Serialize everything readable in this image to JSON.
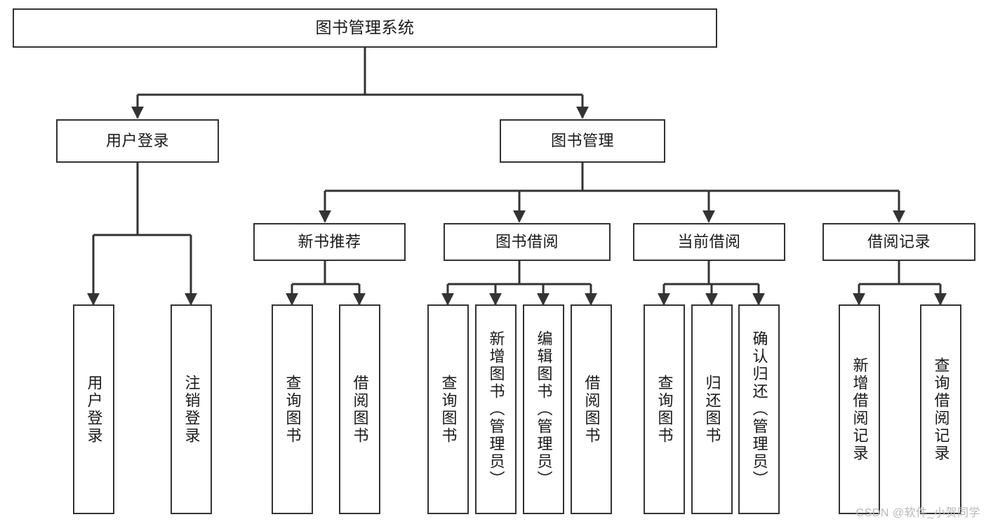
{
  "diagram": {
    "title": "图书管理系统",
    "watermark": "CSDN @软件_小贺同学",
    "edge_color": "#333333",
    "box_border_color": "#333333",
    "background_color": "#ffffff",
    "nodes": {
      "root": {
        "label": "图书管理系统"
      },
      "l2": [
        {
          "id": "user-login",
          "label": "用户登录"
        },
        {
          "id": "book-manage",
          "label": "图书管理"
        }
      ],
      "l3": [
        {
          "id": "new-book-recommend",
          "label": "新书推荐"
        },
        {
          "id": "book-borrow",
          "label": "图书借阅"
        },
        {
          "id": "current-borrow",
          "label": "当前借阅"
        },
        {
          "id": "borrow-record",
          "label": "借阅记录"
        }
      ],
      "leaves": [
        {
          "id": "leaf-user-login",
          "label": "用户登录",
          "parent": "user-login"
        },
        {
          "id": "leaf-logout-login",
          "label": "注销登录",
          "parent": "user-login"
        },
        {
          "id": "leaf-query-book-1",
          "label": "查询图书",
          "parent": "new-book-recommend"
        },
        {
          "id": "leaf-borrow-book-1",
          "label": "借阅图书",
          "parent": "new-book-recommend"
        },
        {
          "id": "leaf-query-book-2",
          "label": "查询图书",
          "parent": "book-borrow"
        },
        {
          "id": "leaf-add-book",
          "label": "新增图书（管理员）",
          "parent": "book-borrow"
        },
        {
          "id": "leaf-edit-book",
          "label": "编辑图书（管理员）",
          "parent": "book-borrow"
        },
        {
          "id": "leaf-borrow-book-2",
          "label": "借阅图书",
          "parent": "book-borrow"
        },
        {
          "id": "leaf-query-book-3",
          "label": "查询图书",
          "parent": "current-borrow"
        },
        {
          "id": "leaf-return-book",
          "label": "归还图书",
          "parent": "current-borrow"
        },
        {
          "id": "leaf-confirm-return",
          "label": "确认归还（管理员）",
          "parent": "current-borrow"
        },
        {
          "id": "leaf-add-record",
          "label": "新增借阅记录",
          "parent": "borrow-record"
        },
        {
          "id": "leaf-query-record",
          "label": "查询借阅记录",
          "parent": "borrow-record"
        }
      ]
    }
  }
}
